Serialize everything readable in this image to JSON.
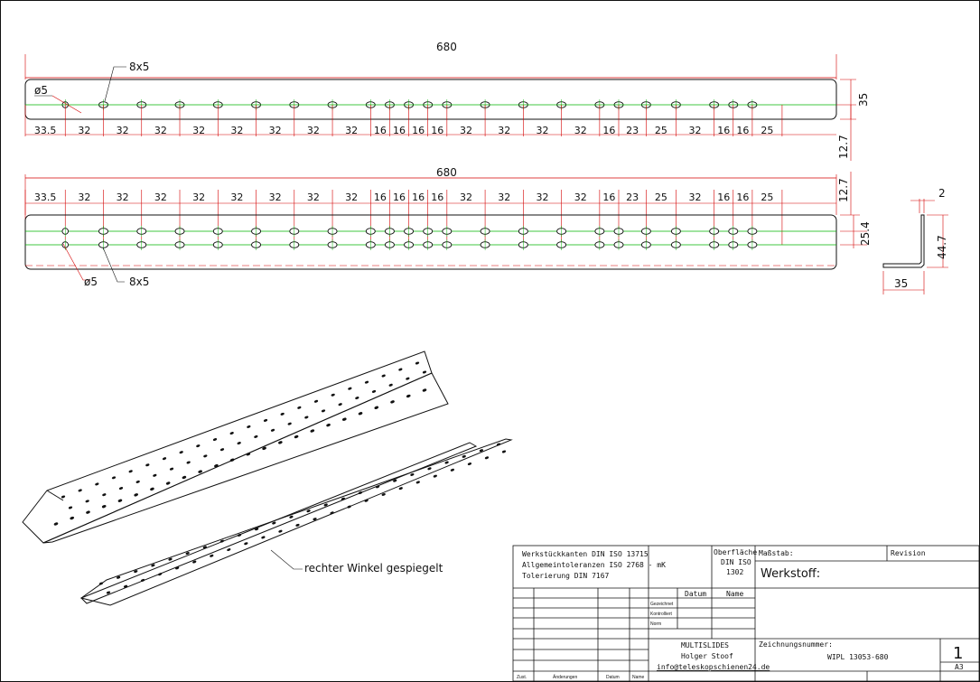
{
  "drawing": {
    "overall_length": "680",
    "slot_label": "8x5",
    "hole_label": "ø5",
    "top_view": {
      "segments": [
        "33.5",
        "32",
        "32",
        "32",
        "32",
        "32",
        "32",
        "32",
        "32",
        "16",
        "16",
        "16",
        "16",
        "32",
        "32",
        "32",
        "32",
        "16",
        "23",
        "25",
        "32",
        "16",
        "16",
        "25"
      ],
      "height": "35",
      "offset": "12.7"
    },
    "front_view": {
      "segments": [
        "33.5",
        "32",
        "32",
        "32",
        "32",
        "32",
        "32",
        "32",
        "32",
        "16",
        "16",
        "16",
        "16",
        "32",
        "32",
        "32",
        "32",
        "16",
        "23",
        "25",
        "32",
        "16",
        "16",
        "25"
      ],
      "offset": "12.7",
      "hole_spacing": "25.4"
    },
    "profile": {
      "thickness": "2",
      "height": "44.7",
      "width": "35"
    },
    "iso_note": "rechter Winkel gespiegelt"
  },
  "title_block": {
    "standards": [
      "Werkstückkanten DIN ISO 13715",
      "Allgemeintoleranzen ISO 2768 - mK",
      "Tolerierung DIN 7167"
    ],
    "surface_label": "Oberfläche",
    "surface_std": "DIN ISO",
    "surface_num": "1302",
    "scale_label": "Maßstab:",
    "revision_label": "Revision",
    "material_label": "Werkstoff:",
    "date_header": "Datum",
    "name_header": "Name",
    "row_labels": [
      "Gezeichnet",
      "Kontrolliert",
      "Norm"
    ],
    "company": "MULTISLIDES",
    "person": "Holger Stoof",
    "email": "info@teleskopschienen24.de",
    "drawing_no_label": "Zeichnungsnummer:",
    "drawing_no": "WIPL 13053-680",
    "sheet_no": "1",
    "format": "A3",
    "footer": [
      "Zust.",
      "Änderungen",
      "Datum",
      "Name"
    ]
  },
  "colors": {
    "dimension": "#d40000",
    "centerline": "#00b400",
    "outline": "#111111"
  }
}
